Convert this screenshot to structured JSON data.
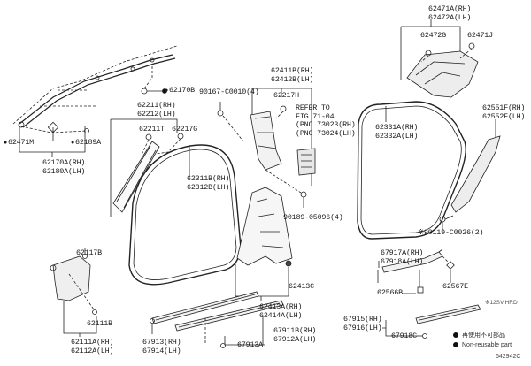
{
  "diagram": {
    "code": "642942C",
    "note": "※12SV.HRD",
    "legend": [
      {
        "symbol": "bullet",
        "text": "再使用不可部品"
      },
      {
        "symbol": "bullet",
        "text": "Non-reusable part"
      }
    ]
  },
  "labels": {
    "p62471m": "62471M",
    "p62189a": "62189A",
    "p62170a": "62170A(RH)\n62180A(LH)",
    "p62170b": "62170B",
    "p62211": "62211(RH)\n62212(LH)",
    "p62211t": "62211T",
    "p62217g": "62217G",
    "p90167": "90167-C0010(4)",
    "p62411b": "62411B(RH)\n62412B(LH)",
    "p62217h": "62217H",
    "refer": "REFER TO\nFIG 71-04\n(PNC 73023(RH)\n(PNC 73024(LH)",
    "p62311b": "62311B(RH)\n62312B(LH)",
    "p90189": "90189-05096(4)",
    "p62471a": "62471A(RH)\n62472A(LH)",
    "p62472g": "62472G",
    "p62471j": "62471J",
    "p62331a": "62331A(RH)\n62332A(LH)",
    "p62551f": "62551F(RH)\n62552F(LH)",
    "p90119": "※90119-C0026(2)",
    "p62117b": "62117B",
    "p62111b": "62111B",
    "p62111a": "62111A(RH)\n62112A(LH)",
    "p62413c": "62413C",
    "p62413a": "62413A(RH)\n62414A(LH)",
    "p67917a": "67917A(RH)\n67918A(LH)",
    "p62566b": "62566B",
    "p62567e": "62567E",
    "p67913": "67913(RH)\n67914(LH)",
    "p67911b": "67911B(RH)\n67912A(LH)",
    "p67913a": "67913A",
    "p67915": "67915(RH)\n67916(LH)",
    "p67918c": "67918C"
  }
}
